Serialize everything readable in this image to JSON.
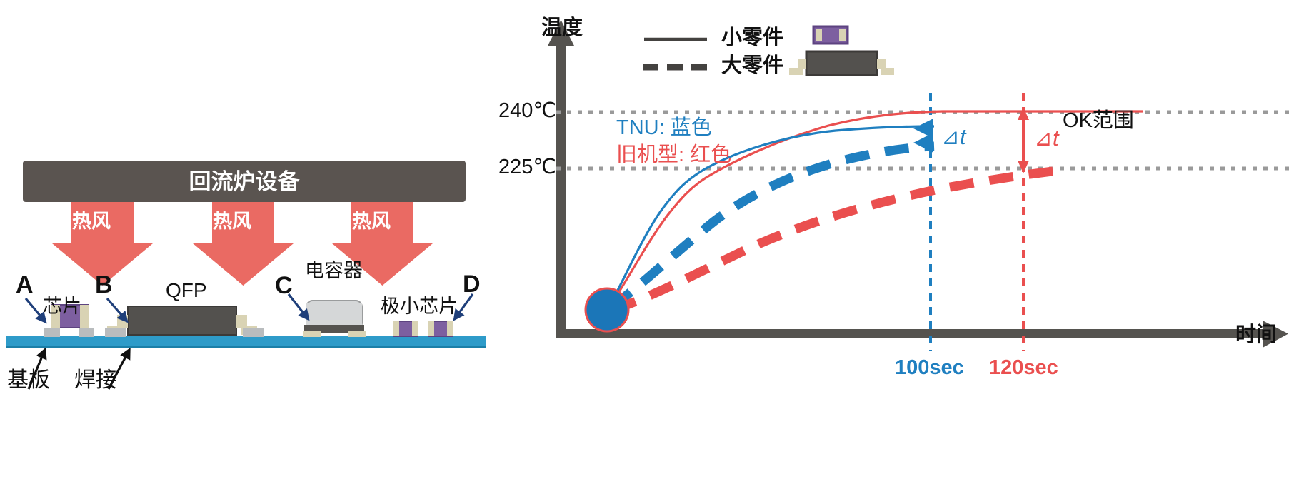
{
  "left_panel": {
    "name": "reflow-oven-cross-section",
    "oven": {
      "label": "回流炉设备",
      "fill": "#5a5450",
      "text_color": "#ffffff"
    },
    "hot_air_arrows": [
      {
        "label": "热风"
      },
      {
        "label": "热风"
      },
      {
        "label": "热风"
      }
    ],
    "arrow_color": "#ea6a63",
    "callouts": [
      {
        "key": "A",
        "label": "A"
      },
      {
        "key": "B",
        "label": "B"
      },
      {
        "key": "C",
        "label": "C"
      },
      {
        "key": "D",
        "label": "D"
      }
    ],
    "component_labels": [
      {
        "id": "chip",
        "label": "芯片"
      },
      {
        "id": "qfp",
        "label": "QFP"
      },
      {
        "id": "capacitor",
        "label": "电容器"
      },
      {
        "id": "tiny-chip",
        "label": "极小芯片"
      }
    ],
    "bottom_labels": [
      {
        "id": "substrate",
        "label": "基板"
      },
      {
        "id": "solder",
        "label": "焊接"
      }
    ],
    "colors": {
      "board": "#2e9bc9",
      "board_edge": "#1b7fa8",
      "qfp_body": "#53514e",
      "chip_body": "#7d5fa0",
      "lead": "#d9d3b4",
      "pad": "#b9bcbe",
      "cap_body": "#d5d7d8",
      "cap_base": "#55534f",
      "callout_arrow": "#1f3f7a",
      "black_arrow": "#111111"
    }
  },
  "right_panel": {
    "name": "reflow-temperature-profile-chart",
    "axis": {
      "y_label": "温度",
      "x_label": "时间",
      "axis_color": "#55534f"
    },
    "legend": [
      {
        "id": "small-part",
        "label": "小零件",
        "style": "solid"
      },
      {
        "id": "large-part",
        "label": "大零件",
        "style": "dashed"
      }
    ],
    "legend_icons": [
      {
        "id": "small-component-icon"
      },
      {
        "id": "large-component-icon"
      }
    ],
    "annotations": {
      "tnu": "TNU: 蓝色",
      "old_model": "旧机型: 红色",
      "ok_range": "OK范围",
      "delta_blue": "⊿t",
      "delta_red": "⊿t"
    },
    "y_ticks": [
      {
        "value": 240,
        "label": "240℃"
      },
      {
        "value": 225,
        "label": "225℃"
      }
    ],
    "x_ticks": [
      {
        "value": 100,
        "label": "100sec",
        "color": "#1f7fc0"
      },
      {
        "value": 120,
        "label": "120sec",
        "color": "#ea4f4f"
      }
    ],
    "colors": {
      "blue": "#1f7fc0",
      "red": "#ea4f4f",
      "gridline": "#9a9a9a",
      "start_dot_fill": "#1b76b8",
      "start_dot_stroke": "#ea4f4f"
    },
    "chart_data": {
      "type": "line",
      "title": "",
      "xlabel": "时间",
      "ylabel": "温度",
      "xlim": [
        0,
        140
      ],
      "ylim": [
        150,
        250
      ],
      "grid": false,
      "legend_position": "top-right",
      "gridlines_y": [
        240,
        225
      ],
      "markers_x": [
        100,
        120
      ],
      "series": [
        {
          "name": "TNU 小零件 (blue solid)",
          "color": "#1f7fc0",
          "style": "solid",
          "part": "small",
          "machine": "TNU",
          "x": [
            8,
            20,
            35,
            50,
            65,
            80,
            100,
            120
          ],
          "y": [
            168,
            196,
            215,
            226,
            232,
            236,
            238,
            238
          ]
        },
        {
          "name": "旧机型 小零件 (red solid)",
          "color": "#ea4f4f",
          "style": "solid",
          "part": "small",
          "machine": "旧机型",
          "x": [
            8,
            20,
            35,
            50,
            65,
            80,
            100,
            120
          ],
          "y": [
            168,
            192,
            210,
            223,
            231,
            236,
            240,
            240
          ]
        },
        {
          "name": "TNU 大零件 (blue dashed)",
          "color": "#1f7fc0",
          "style": "dashed",
          "part": "large",
          "machine": "TNU",
          "x": [
            8,
            25,
            45,
            65,
            85,
            100
          ],
          "y": [
            168,
            188,
            205,
            218,
            227,
            231
          ]
        },
        {
          "name": "旧机型 大零件 (red dashed)",
          "color": "#ea4f4f",
          "style": "dashed",
          "part": "large",
          "machine": "旧机型",
          "x": [
            8,
            25,
            45,
            65,
            85,
            105,
            120
          ],
          "y": [
            166,
            180,
            194,
            207,
            216,
            222,
            225
          ]
        }
      ],
      "annotations": [
        {
          "id": "delta-t-blue",
          "label": "⊿t",
          "at_x": 100,
          "from_y": 231,
          "to_y": 238,
          "color": "#1f7fc0"
        },
        {
          "id": "delta-t-red",
          "label": "⊿t",
          "at_x": 120,
          "from_y": 225,
          "to_y": 240,
          "color": "#ea4f4f"
        },
        {
          "id": "ok-range",
          "label": "OK范围",
          "band": [
            225,
            240
          ]
        }
      ]
    }
  }
}
